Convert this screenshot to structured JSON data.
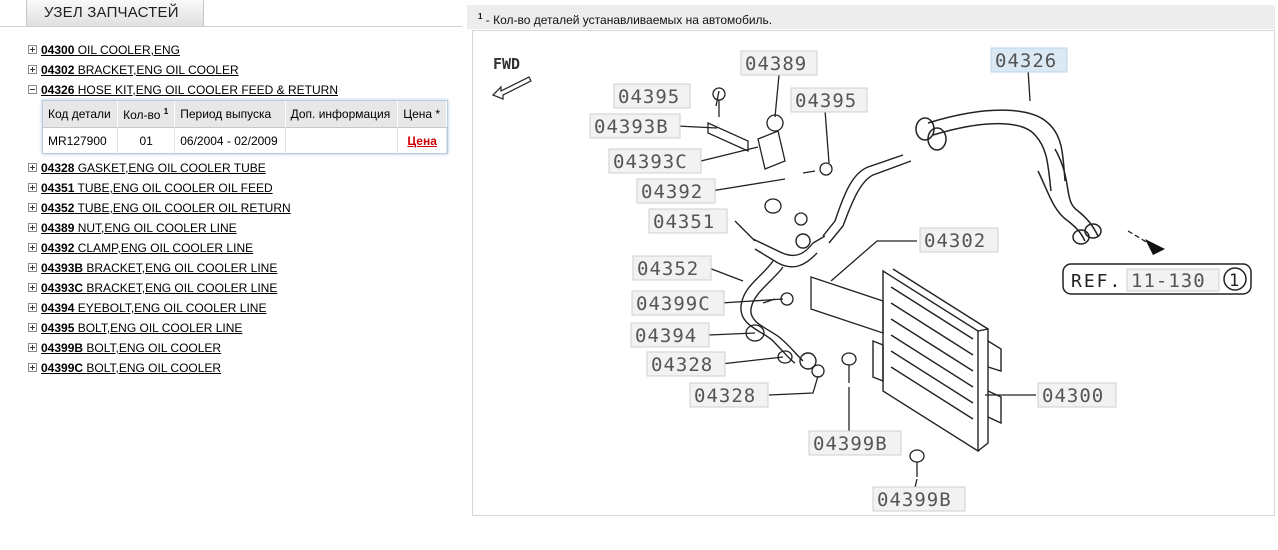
{
  "panel": {
    "tab_title": "УЗЕЛ ЗАПЧАСТЕЙ"
  },
  "tree": [
    {
      "code": "04300",
      "name": "OIL COOLER,ENG",
      "expanded": false
    },
    {
      "code": "04302",
      "name": "BRACKET,ENG OIL COOLER",
      "expanded": false
    },
    {
      "code": "04326",
      "name": "HOSE KIT,ENG OIL COOLER FEED & RETURN",
      "expanded": true
    },
    {
      "code": "04328",
      "name": "GASKET,ENG OIL COOLER TUBE",
      "expanded": false
    },
    {
      "code": "04351",
      "name": "TUBE,ENG OIL COOLER OIL FEED",
      "expanded": false
    },
    {
      "code": "04352",
      "name": "TUBE,ENG OIL COOLER OIL RETURN",
      "expanded": false
    },
    {
      "code": "04389",
      "name": "NUT,ENG OIL COOLER LINE",
      "expanded": false
    },
    {
      "code": "04392",
      "name": "CLAMP,ENG OIL COOLER LINE",
      "expanded": false
    },
    {
      "code": "04393B",
      "name": "BRACKET,ENG OIL COOLER LINE",
      "expanded": false
    },
    {
      "code": "04393C",
      "name": "BRACKET,ENG OIL COOLER LINE",
      "expanded": false
    },
    {
      "code": "04394",
      "name": "EYEBOLT,ENG OIL COOLER LINE",
      "expanded": false
    },
    {
      "code": "04395",
      "name": "BOLT,ENG OIL COOLER LINE",
      "expanded": false
    },
    {
      "code": "04399B",
      "name": "BOLT,ENG OIL COOLER",
      "expanded": false
    },
    {
      "code": "04399C",
      "name": "BOLT,ENG OIL COOLER",
      "expanded": false
    }
  ],
  "detail": {
    "headers": {
      "part": "Код детали",
      "qty": "Кол-во",
      "qty_sup": "1",
      "period": "Период выпуска",
      "info": "Доп. информация",
      "price": "Цена *"
    },
    "row": {
      "part": "MR127900",
      "qty": "01",
      "period": "06/2004 - 02/2009",
      "info": "",
      "price": "Цена"
    }
  },
  "note": {
    "sup": "1",
    "text": " - Кол-во деталей устанавливаемых на автомобиль."
  },
  "diagram": {
    "fwd": "FWD",
    "ref_prefix": "REF.",
    "ref_code": "11-130",
    "ref_circle": "1",
    "labels": {
      "l04326": "04326",
      "l04389": "04389",
      "l04395a": "04395",
      "l04395b": "04395",
      "l04393b": "04393B",
      "l04393c": "04393C",
      "l04392": "04392",
      "l04351": "04351",
      "l04302": "04302",
      "l04352": "04352",
      "l04399c": "04399C",
      "l04394": "04394",
      "l04328a": "04328",
      "l04328b": "04328",
      "l04300": "04300",
      "l04399b1": "04399B",
      "l04399b2": "04399B"
    }
  }
}
